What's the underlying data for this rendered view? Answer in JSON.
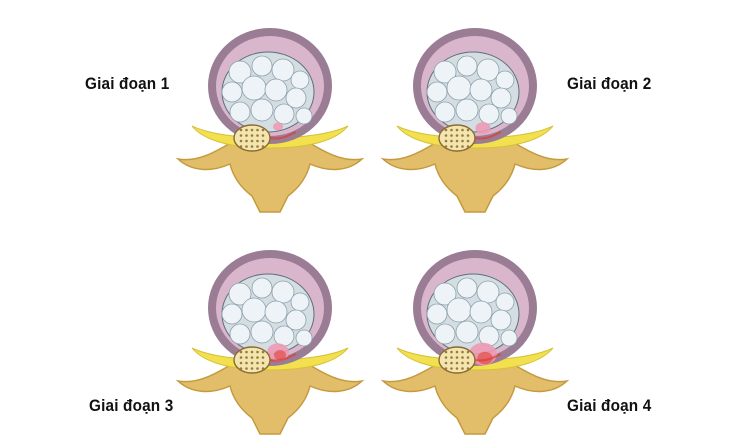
{
  "stages": [
    {
      "label": "Giai đoạn 1"
    },
    {
      "label": "Giai đoạn 2"
    },
    {
      "label": "Giai đoạn 3"
    },
    {
      "label": "Giai đoạn 4"
    }
  ],
  "colors": {
    "annulus_outer": "#9a7c94",
    "annulus_inner": "#d9b6cc",
    "nucleus": "#d3dde2",
    "nucleus_bubble": "#edf3f6",
    "herniation": "#ec9ab5",
    "lamina": "#e3be6a",
    "ligament": "#f2e04e",
    "spinal_cord": "#f2e5b0",
    "cord_dots": "#9a7a3a",
    "inflammation": "#e23b2b"
  },
  "herniation_levels": [
    0.1,
    0.35,
    0.7,
    1.0
  ]
}
